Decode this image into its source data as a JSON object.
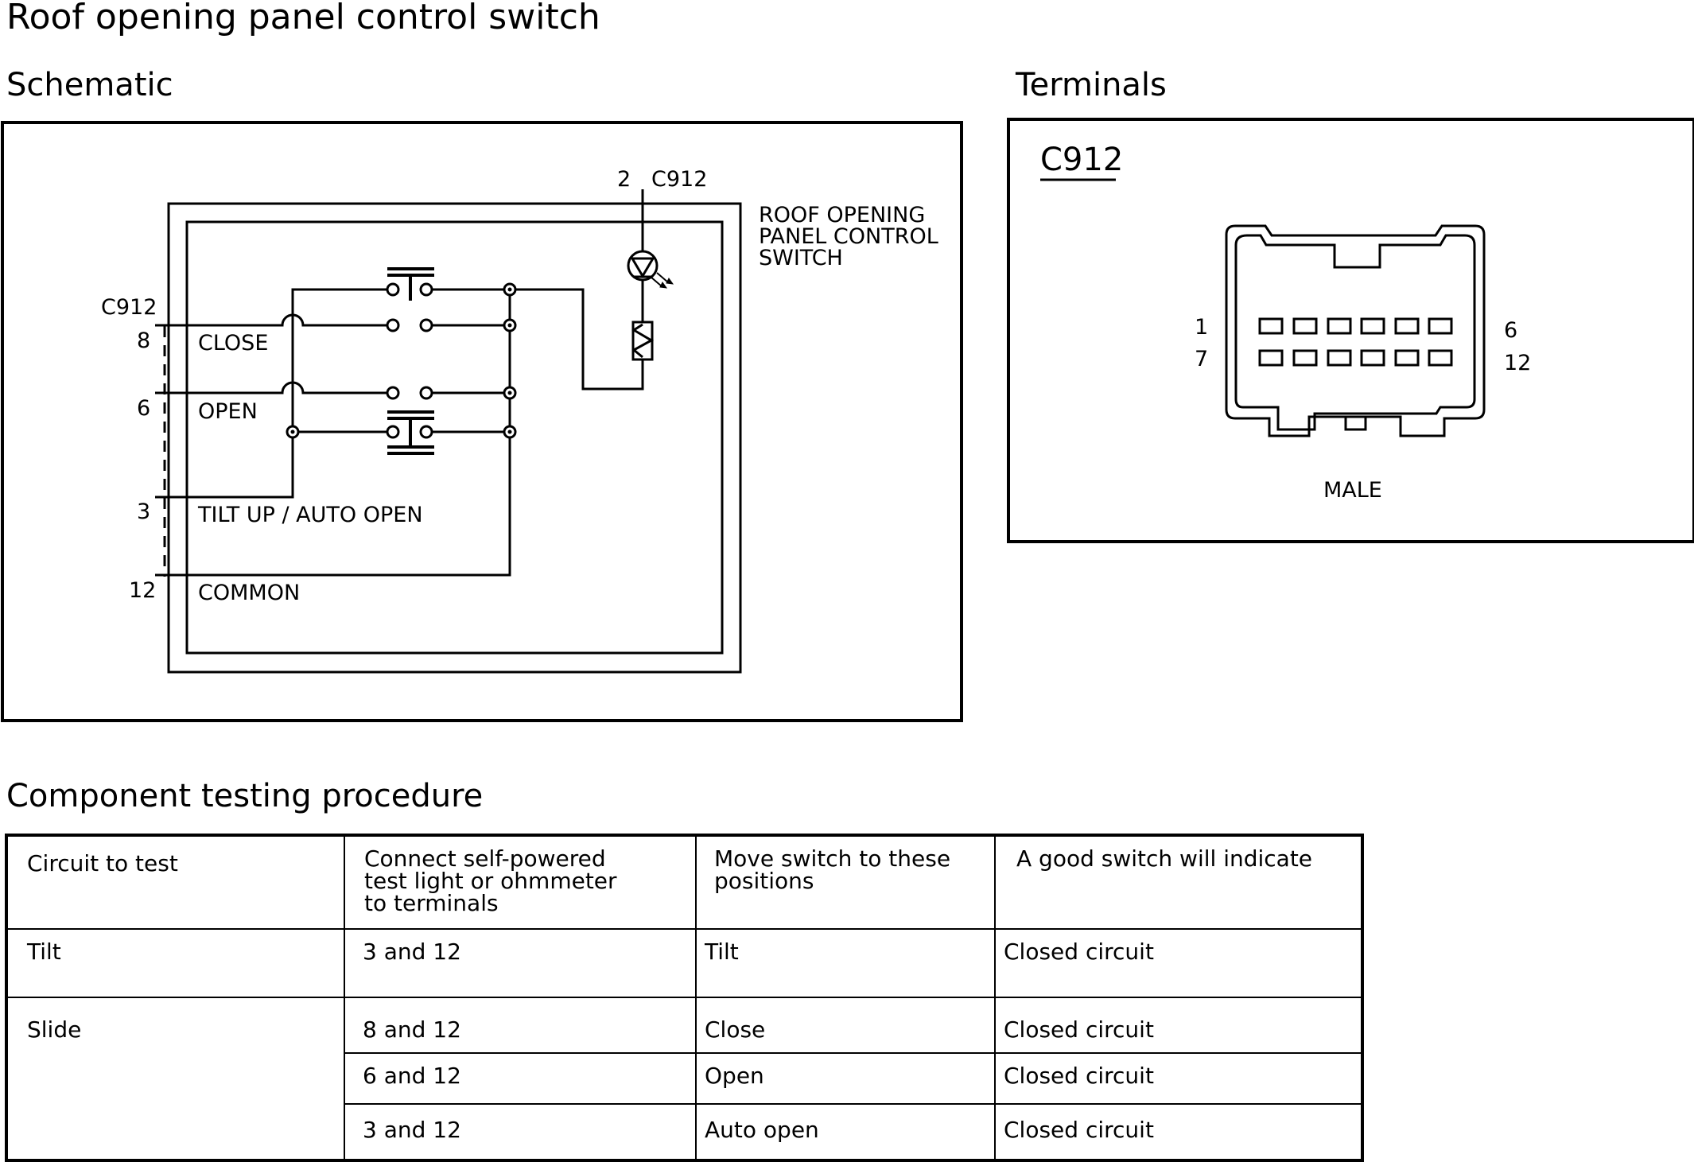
{
  "title": "Roof opening panel control switch",
  "schematic": {
    "heading": "Schematic",
    "top_pin": "2",
    "top_connector": "C912",
    "component_label": [
      "ROOF OPENING",
      "PANEL CONTROL",
      "SWITCH"
    ],
    "left_connector": "C912",
    "pins": [
      {
        "pin": "8",
        "name": "CLOSE"
      },
      {
        "pin": "6",
        "name": "OPEN"
      },
      {
        "pin": "3",
        "name": "TILT UP / AUTO OPEN"
      },
      {
        "pin": "12",
        "name": "COMMON"
      }
    ]
  },
  "terminals": {
    "heading": "Terminals",
    "connector": "C912",
    "pin_top_left": "1",
    "pin_bottom_left": "7",
    "pin_top_right": "6",
    "pin_bottom_right": "12",
    "gender": "MALE"
  },
  "testing": {
    "heading": "Component testing procedure",
    "headers": [
      "Circuit to test",
      "Connect self-powered\ntest light or ohmmeter\nto terminals",
      "Move switch to these\npositions",
      "A good switch will indicate"
    ],
    "rows": [
      {
        "circuit": "Tilt",
        "terminals": "3 and 12",
        "position": "Tilt",
        "result": "Closed circuit"
      },
      {
        "circuit": "Slide",
        "terminals": "8 and 12",
        "position": "Close",
        "result": "Closed circuit"
      },
      {
        "circuit": "",
        "terminals": "6 and 12",
        "position": "Open",
        "result": "Closed circuit"
      },
      {
        "circuit": "",
        "terminals": "3 and 12",
        "position": "Auto open",
        "result": "Closed circuit"
      }
    ]
  }
}
